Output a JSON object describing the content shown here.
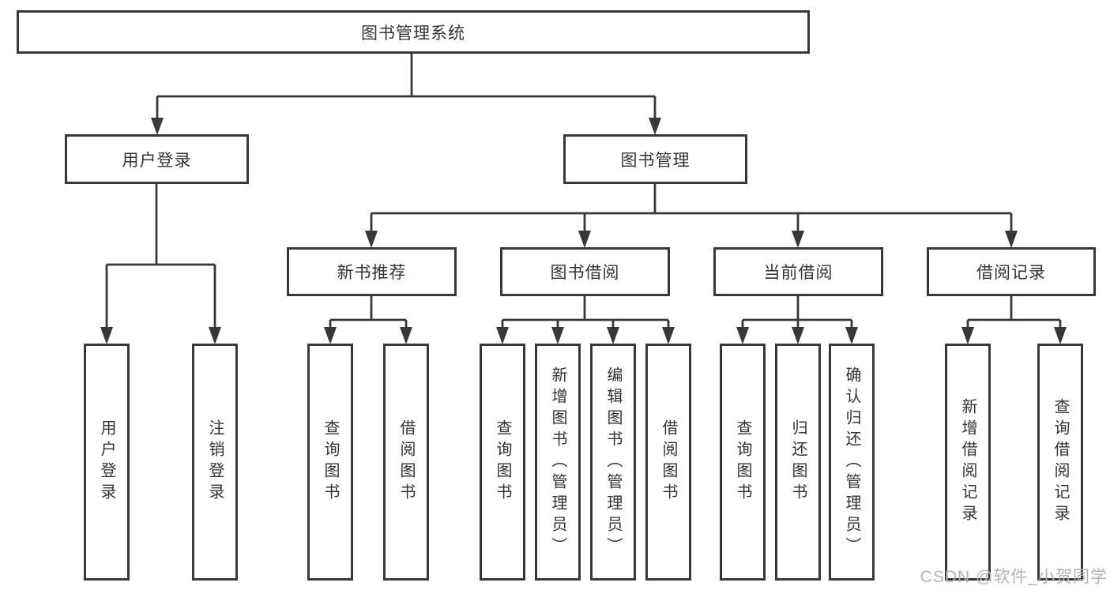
{
  "tree": {
    "root": "图书管理系统",
    "branches": [
      {
        "label": "用户登录",
        "children": [
          {
            "label": "用户登录"
          },
          {
            "label": "注销登录"
          }
        ]
      },
      {
        "label": "图书管理",
        "children": [
          {
            "label": "新书推荐",
            "children": [
              {
                "label": "查询图书"
              },
              {
                "label": "借阅图书"
              }
            ]
          },
          {
            "label": "图书借阅",
            "children": [
              {
                "label": "查询图书"
              },
              {
                "label": "新增图书（管理员）"
              },
              {
                "label": "编辑图书（管理员）"
              },
              {
                "label": "借阅图书"
              }
            ]
          },
          {
            "label": "当前借阅",
            "children": [
              {
                "label": "查询图书"
              },
              {
                "label": "归还图书"
              },
              {
                "label": "确认归还（管理员）"
              }
            ]
          },
          {
            "label": "借阅记录",
            "children": [
              {
                "label": "新增借阅记录"
              },
              {
                "label": "查询借阅记录"
              }
            ]
          }
        ]
      }
    ]
  },
  "watermark": {
    "text": "CSDN @软件_小贺同学"
  },
  "colors": {
    "line": "#383838",
    "text": "#333333",
    "watermark": "#b3b3b3",
    "background": "#ffffff"
  }
}
